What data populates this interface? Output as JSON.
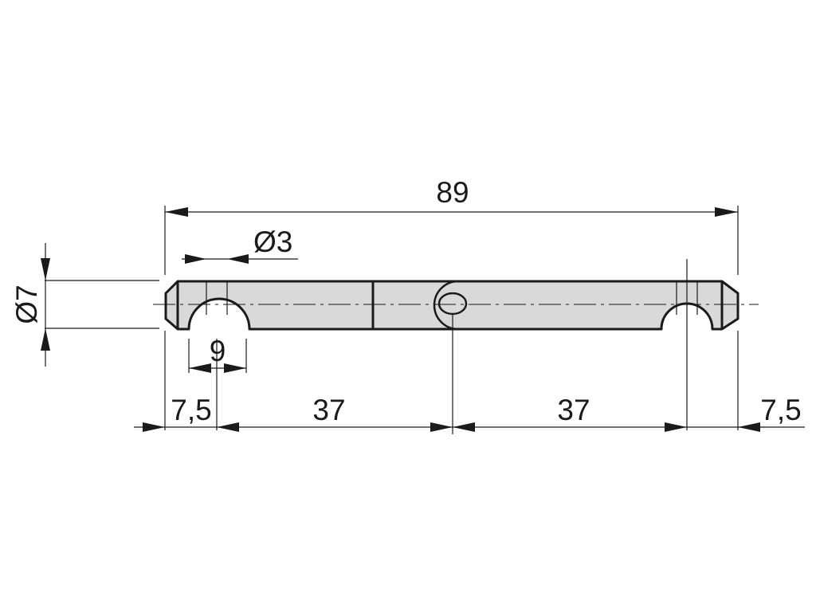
{
  "drawing": {
    "part_fill": "#d9d9d9",
    "line_color": "#1a1a1a",
    "background": "#ffffff",
    "dimensions": {
      "overall_length": "89",
      "hole_diameter": "Ø3",
      "rod_diameter": "Ø7",
      "notch_width": "9",
      "end_offset_left": "7,5",
      "spacing_left": "37",
      "spacing_right": "37",
      "end_offset_right": "7,5"
    }
  }
}
